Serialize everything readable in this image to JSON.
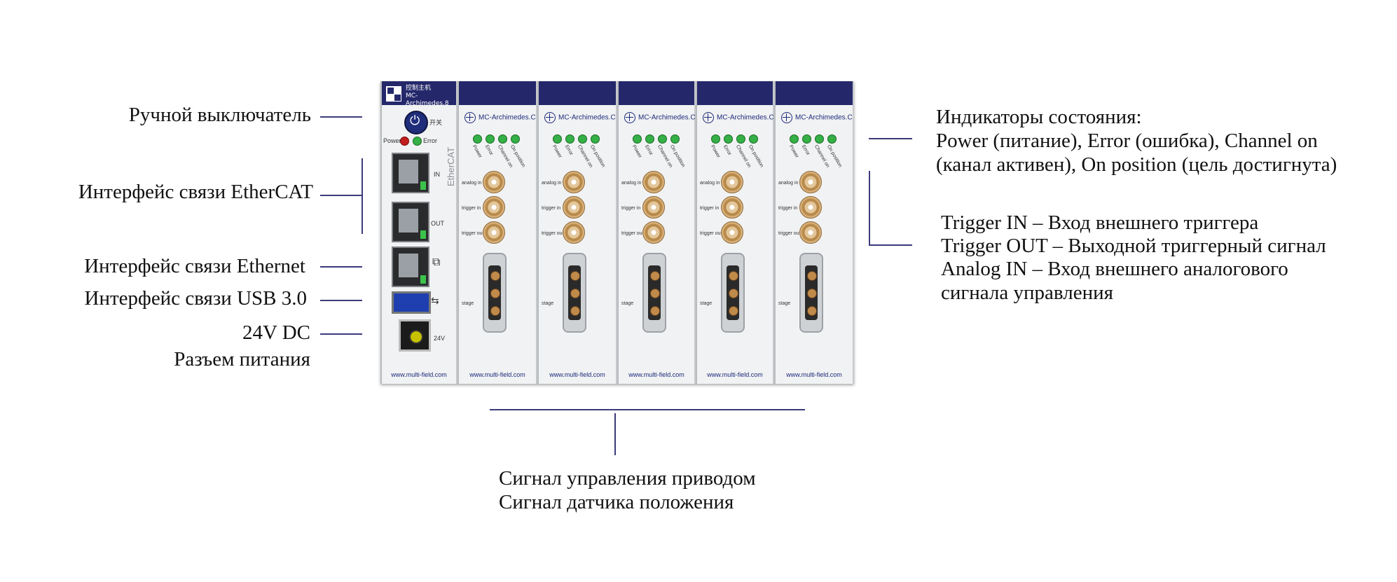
{
  "callouts": {
    "manual_switch": "Ручной выключатель",
    "ethercat": "Интерфейс связи EtherCAT",
    "ethernet": "Интерфейс связи Ethernet",
    "usb": "Интерфейс связи USB 3.0",
    "dc_24v": "24V DC",
    "power_connector": "Разъем питания",
    "status_title": "Индикаторы состояния:",
    "status_line1": "Power (питание), Error (ошибка), Channel on",
    "status_line2": "(канал активен), On position (цель достигнута)",
    "trigger_in": "Trigger IN – Вход внешнего триггера",
    "trigger_out": "Trigger OUT – Выходной триггерный сигнал",
    "analog_in_1": "Analog IN – Вход внешнего аналогового",
    "analog_in_2": "сигнала управления",
    "drive_signal": "Сигнал управления приводом",
    "position_signal": "Сигнал датчика положения"
  },
  "device": {
    "cpu_title_cn": "控制主机",
    "cpu_model": "MC-Archimedes.8",
    "switch_label": "开关",
    "power_led": "Power",
    "error_led": "Error",
    "ethercat_text": "EtherCAT",
    "in_label": "IN",
    "out_label": "OUT",
    "dc_label": "24V",
    "url": "www.multi-field.com",
    "module_brand": "MC-Archimedes.C",
    "port_analog": "analog in",
    "port_trigger_in": "trigger in",
    "port_trigger_out": "trigger out",
    "port_stage": "stage",
    "leds": [
      "Power",
      "Error",
      "Channel on",
      "On position"
    ]
  }
}
